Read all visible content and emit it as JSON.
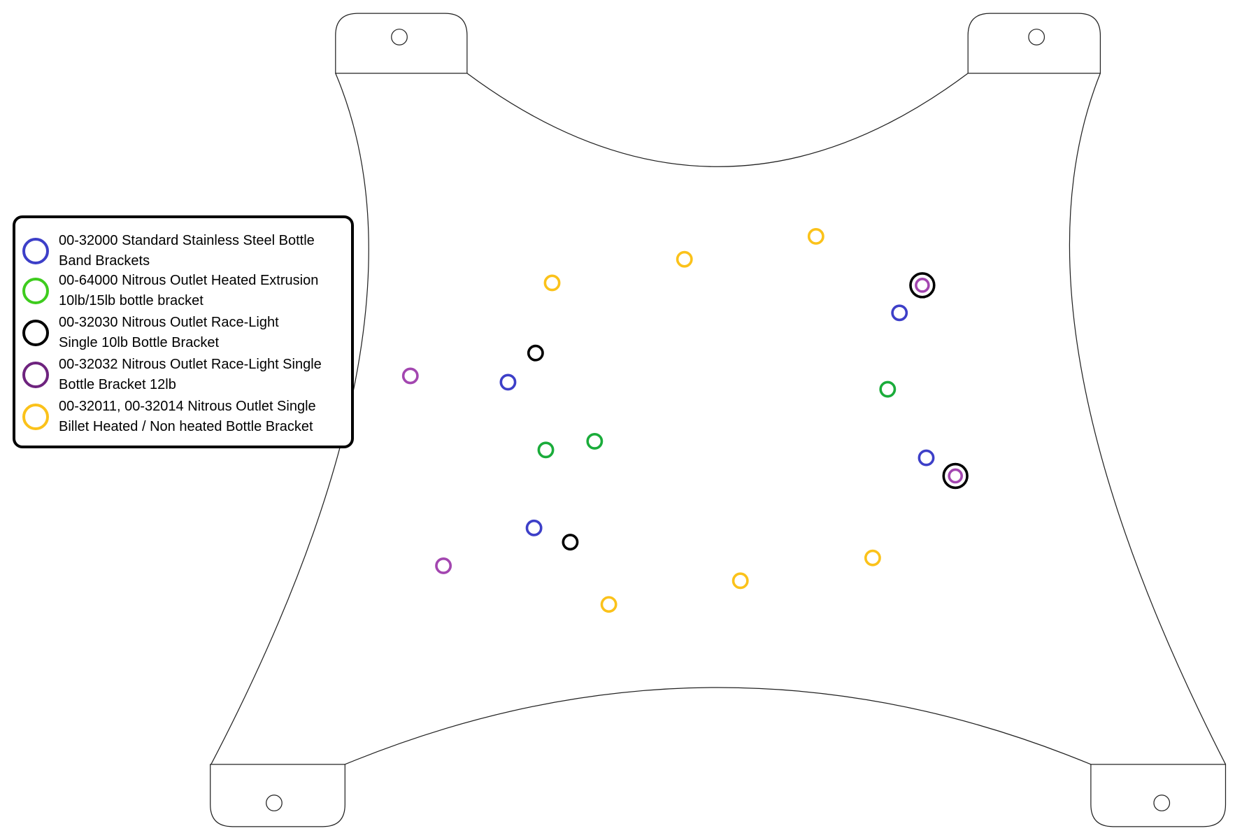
{
  "legend": {
    "items": [
      {
        "line1": "00-32000 Standard Stainless Steel Bottle",
        "line2": "Band Brackets",
        "color": "#3d3fc8"
      },
      {
        "line1": "00-64000 Nitrous Outlet Heated Extrusion",
        "line2": "10lb/15lb bottle bracket",
        "color": "#3ecc1e"
      },
      {
        "line1": "00-32030 Nitrous Outlet Race-Light",
        "line2": "Single 10lb Bottle Bracket",
        "color": "#000000"
      },
      {
        "line1": "00-32032 Nitrous Outlet Race-Light Single",
        "line2": "Bottle Bracket 12lb",
        "color": "#6e237e"
      },
      {
        "line1": "00-32011, 00-32014  Nitrous Outlet Single",
        "line2": "Billet Heated / Non heated  Bottle Bracket",
        "color": "#fbc21a"
      }
    ]
  },
  "marker_colors": {
    "blue": "#3d3fc8",
    "green": "#1aac3a",
    "black": "#000000",
    "purple": "#a346b0",
    "yellow": "#fbc21a"
  }
}
